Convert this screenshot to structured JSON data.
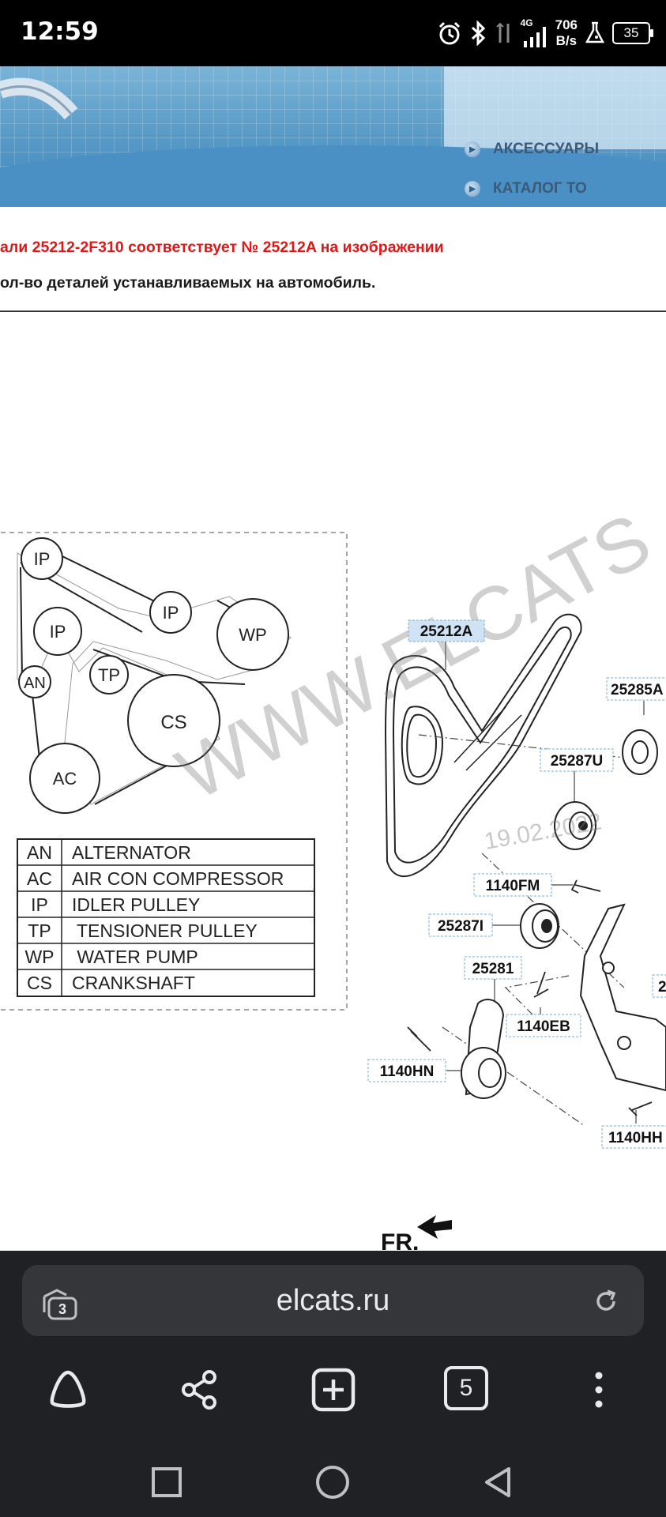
{
  "status_bar": {
    "time": "12:59",
    "network_type": "4G",
    "speed_value": "706",
    "speed_unit": "B/s",
    "battery": "35",
    "icons": [
      "alarm-icon",
      "bluetooth-icon",
      "data-arrows-icon",
      "signal-icon",
      "lab-flask-icon",
      "battery-icon"
    ]
  },
  "banner": {
    "menu": [
      {
        "label": "АКСЕССУАРЫ"
      },
      {
        "label": "КАТАЛОГ ТО"
      }
    ]
  },
  "notice": {
    "red_text": "али 25212-2F310 соответствует № 25212A на изображении",
    "black_text": "ол-во деталей устанавливаемых на автомобиль."
  },
  "diagram": {
    "legend": [
      {
        "code": "AN",
        "name": "ALTERNATOR"
      },
      {
        "code": "AC",
        "name": "AIR CON COMPRESSOR"
      },
      {
        "code": "IP",
        "name": "IDLER PULLEY"
      },
      {
        "code": "TP",
        "name": " TENSIONER PULLEY"
      },
      {
        "code": "WP",
        "name": " WATER PUMP"
      },
      {
        "code": "CS",
        "name": "CRANKSHAFT"
      }
    ],
    "pulleys": {
      "ip1": "IP",
      "ip2": "IP",
      "ip3": "IP",
      "wp": "WP",
      "an": "AN",
      "tp": "TP",
      "cs": "CS",
      "ac": "AC"
    },
    "parts": {
      "p1": "25212A",
      "p2": "25285A",
      "p3": "25287U",
      "p4": "1140FM",
      "p5": "25287I",
      "p6": "25281",
      "p7": "1140EB",
      "p8": "1140HN",
      "p9": "1140HH",
      "p10": "2"
    },
    "watermark": "WWW.ELCATS",
    "watermark_date": "19.02.2022",
    "front_label": "FR."
  },
  "browser": {
    "url": "elcats.ru",
    "tab_group_count": "3",
    "tabs_count": "5"
  },
  "colors": {
    "notice_red": "#e31515",
    "selected_part_highlight": "#cfe3f5",
    "browser_bg": "#202124"
  }
}
